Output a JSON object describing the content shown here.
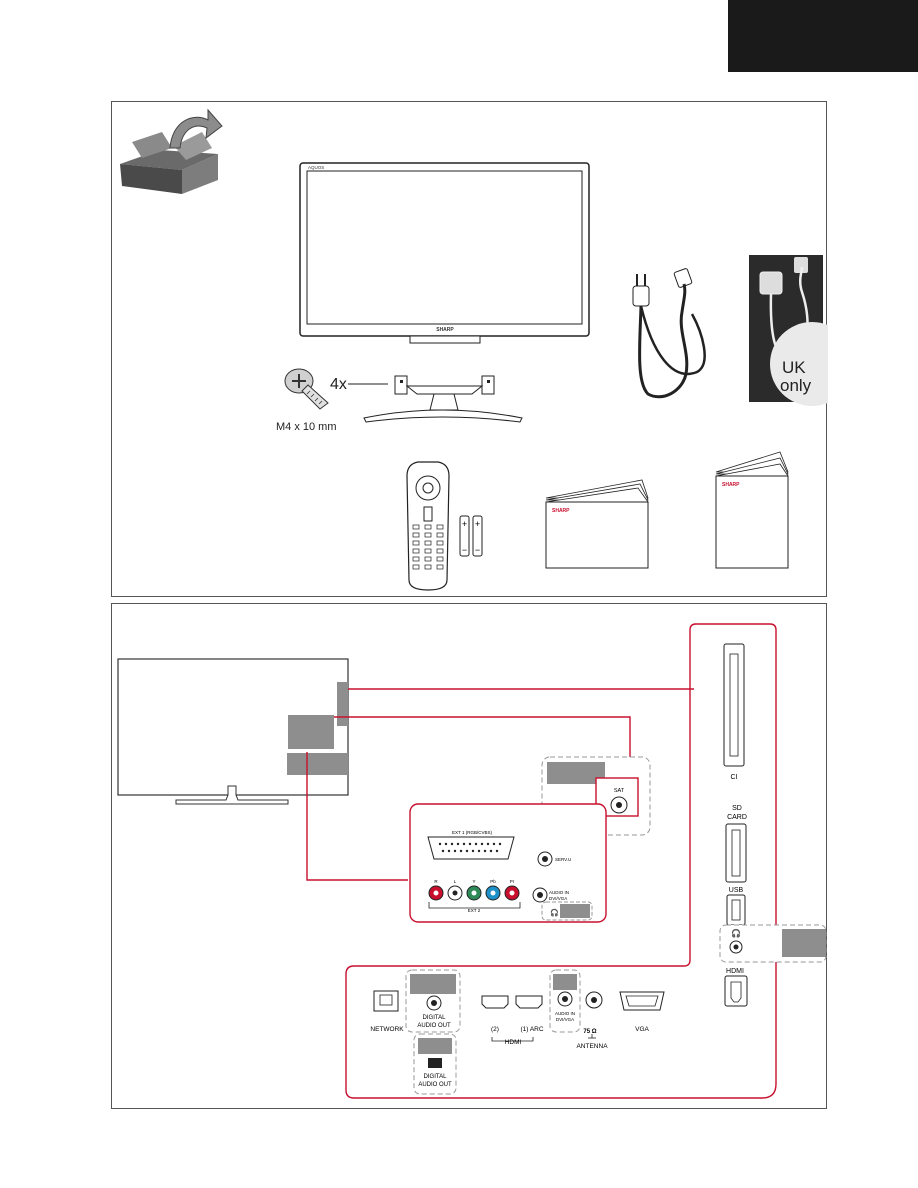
{
  "accessories": {
    "tv_logo": "AQUOS",
    "tv_brand": "SHARP",
    "screw_count": "4x",
    "screw_size": "M4 x 10 mm",
    "uk_label_1": "UK",
    "uk_label_2": "only",
    "manual_brand": "SHARP",
    "booklet_brand": "SHARP"
  },
  "connections": {
    "side": {
      "ci": "CI",
      "sd_line1": "SD",
      "sd_line2": "CARD",
      "usb": "USB",
      "hdmi": "HDMI"
    },
    "sat": "SAT",
    "ext1": "EXT 1 (RGB/CVBS)",
    "servu": "SERV.U",
    "component": [
      "R",
      "L",
      "Y",
      "Pb",
      "Pr"
    ],
    "ext2": "EXT 2",
    "audio_in_1": "AUDIO IN",
    "audio_in_2": "DVI/VGA",
    "bottom": {
      "network": "NETWORK",
      "digital_1": "DIGITAL",
      "digital_2": "AUDIO OUT",
      "hdmi2": "(2)",
      "hdmi1": "(1) ARC",
      "hdmi": "HDMI",
      "audio_in_1": "AUDIO IN",
      "audio_in_2": "DVI/VGA",
      "ohm": "75 Ω",
      "antenna": "ANTENNA",
      "vga": "VGA",
      "optical_1": "DIGITAL",
      "optical_2": "AUDIO OUT"
    }
  }
}
